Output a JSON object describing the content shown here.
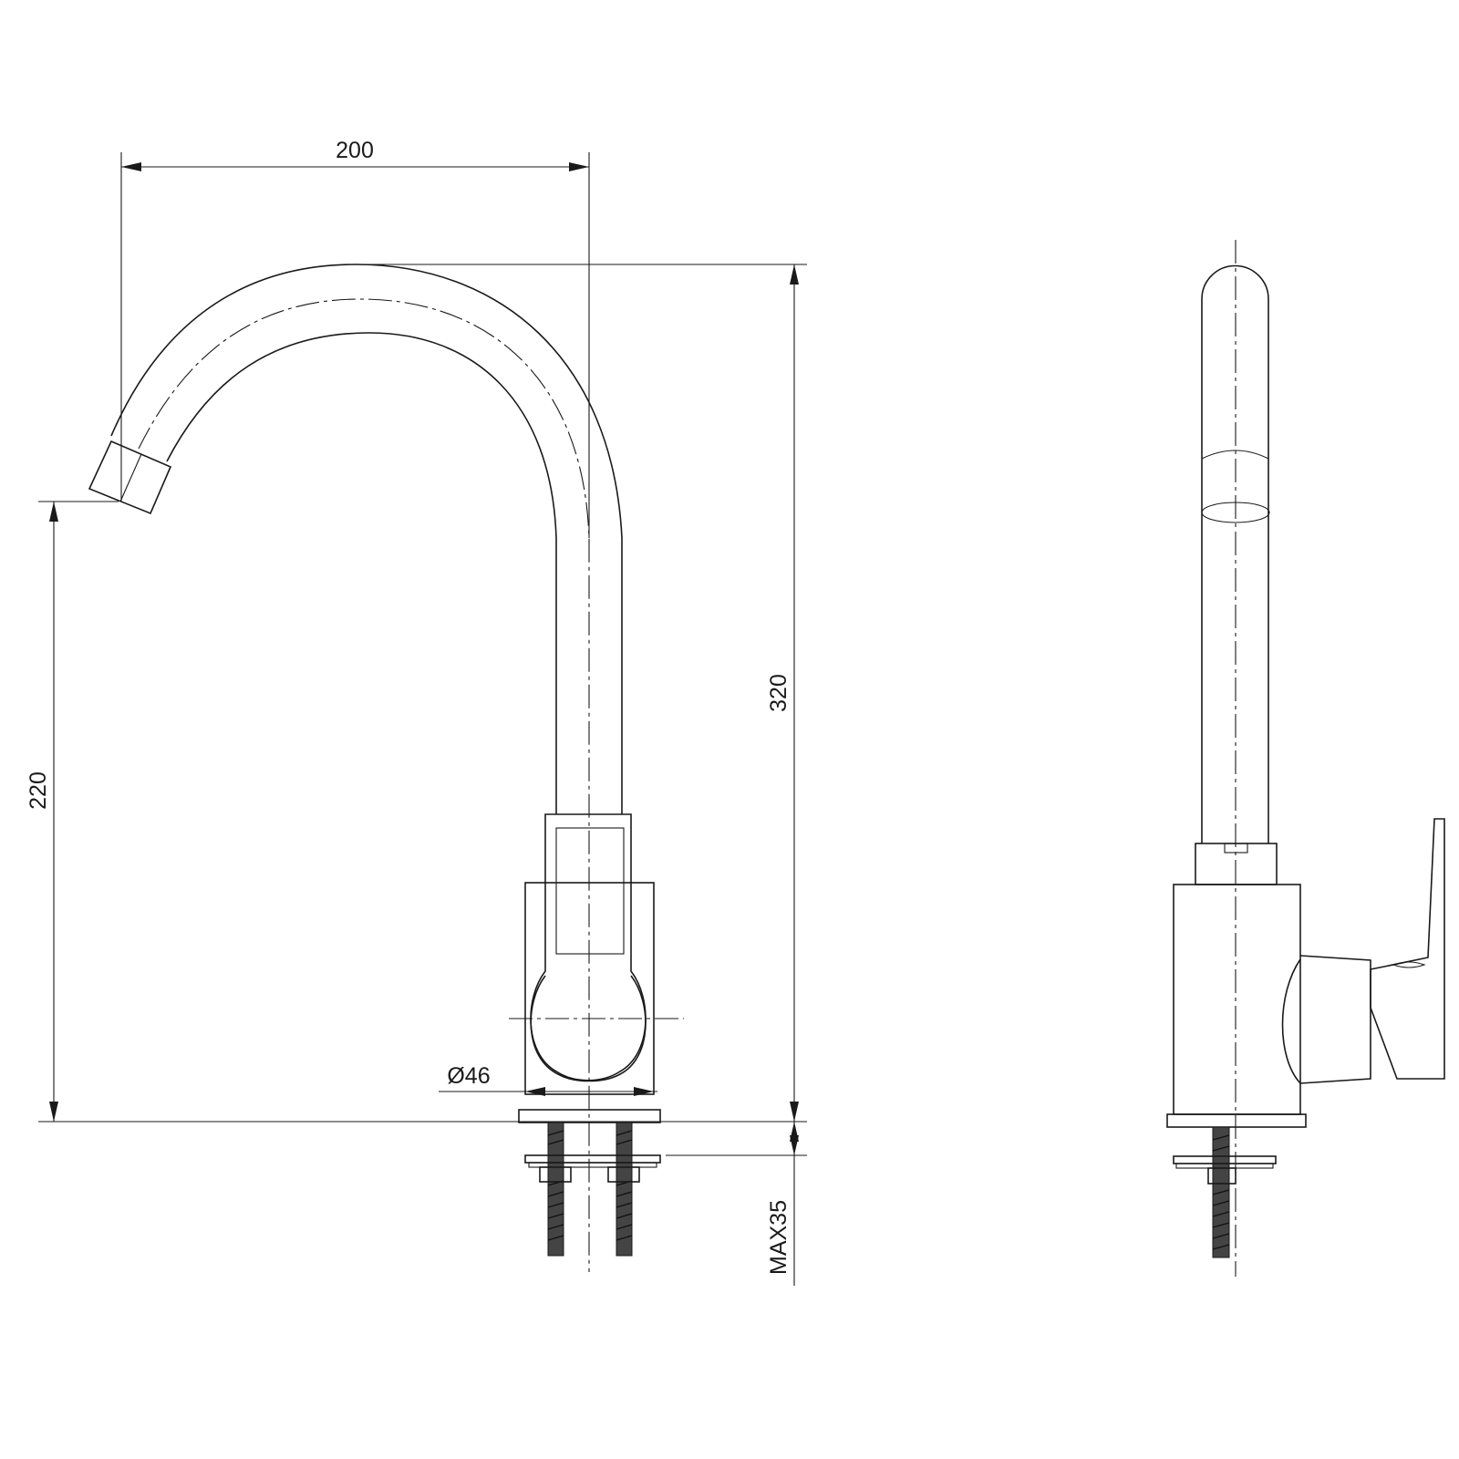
{
  "dimensions": {
    "spout_reach": "200",
    "total_height": "320",
    "spout_height": "220",
    "base_diameter": "Ø46",
    "max_counter_thickness": "MAX35"
  },
  "colors": {
    "line": "#1a1a1a",
    "background": "#ffffff"
  }
}
